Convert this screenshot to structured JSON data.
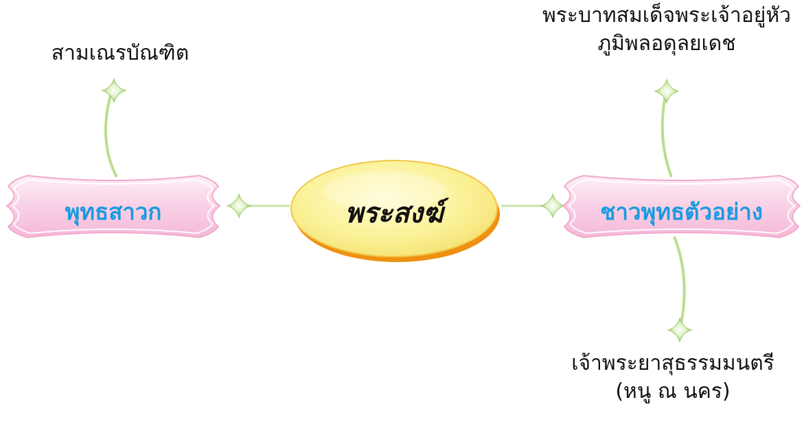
{
  "center": {
    "label": "พระสงฆ์"
  },
  "branches": [
    {
      "label": "พุทธสาวก",
      "children": [
        {
          "lines": [
            "สามเณรบัณฑิต"
          ]
        }
      ]
    },
    {
      "label": "ชาวพุทธตัวอย่าง",
      "children": [
        {
          "lines": [
            "พระบาทสมเด็จพระเจ้าอยู่หัว",
            "ภูมิพลอดุลยเดช"
          ]
        },
        {
          "lines": [
            "เจ้าพระยาสุธรรมมนตรี",
            "(หนู ณ นคร)"
          ]
        }
      ]
    }
  ],
  "colors": {
    "center_fill": "#fbf29a",
    "center_rim": "#f2a21c",
    "node_fill": "#f9cde4",
    "node_text": "#1a9ae0",
    "connector": "#b9dc8a",
    "star": "#c6e6a3"
  }
}
